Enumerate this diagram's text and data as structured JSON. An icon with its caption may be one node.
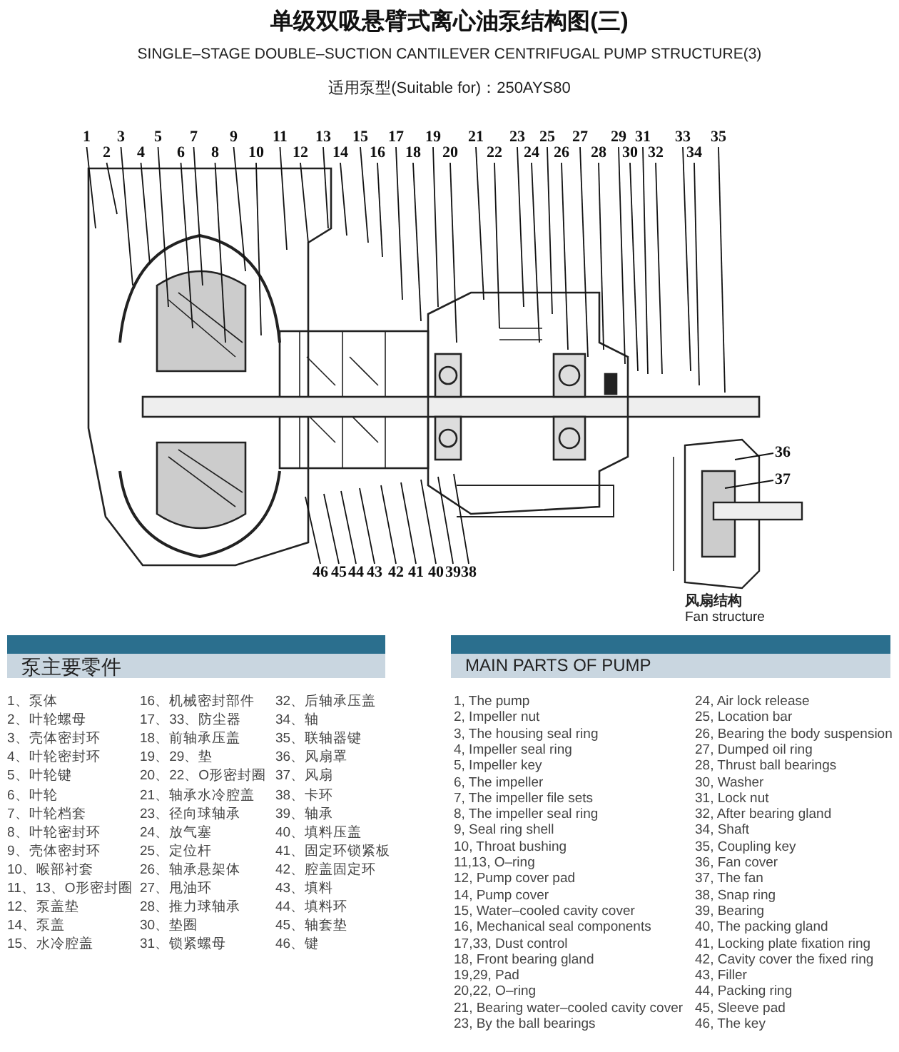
{
  "diagram": {
    "title": "单级双吸悬臂式离心油泵结构图(三)",
    "nodes": [
      {
        "text": [
          "1"
        ]
      },
      {
        "text": [
          "2"
        ]
      },
      {
        "text": [
          "3"
        ]
      },
      {
        "text": [
          "4"
        ]
      },
      {
        "text": [
          "5"
        ]
      },
      {
        "text": [
          "6"
        ]
      },
      {
        "text": [
          "7"
        ]
      },
      {
        "text": [
          "8"
        ]
      },
      {
        "text": [
          "9"
        ]
      },
      {
        "text": [
          "10"
        ]
      },
      {
        "text": [
          "11"
        ]
      },
      {
        "text": [
          "12"
        ]
      },
      {
        "text": [
          "13"
        ]
      },
      {
        "text": [
          "14"
        ]
      },
      {
        "text": [
          "15"
        ]
      },
      {
        "text": [
          "16"
        ]
      },
      {
        "text": [
          "17"
        ]
      },
      {
        "text": [
          "18"
        ]
      },
      {
        "text": [
          "19"
        ]
      },
      {
        "text": [
          "20"
        ]
      },
      {
        "text": [
          "21"
        ]
      },
      {
        "text": [
          "22"
        ]
      },
      {
        "text": [
          "23"
        ]
      },
      {
        "text": [
          "24"
        ]
      },
      {
        "text": [
          "25"
        ]
      },
      {
        "text": [
          "26"
        ]
      },
      {
        "text": [
          "27"
        ]
      },
      {
        "text": [
          "28"
        ]
      },
      {
        "text": [
          "29"
        ]
      },
      {
        "text": [
          "30"
        ]
      },
      {
        "text": [
          "31"
        ]
      },
      {
        "text": [
          "32"
        ]
      },
      {
        "text": [
          "33"
        ]
      },
      {
        "text": [
          "34"
        ]
      },
      {
        "text": [
          "35"
        ]
      },
      {
        "text": [
          "36"
        ]
      },
      {
        "text": [
          "37"
        ]
      },
      {
        "text": [
          "38"
        ]
      },
      {
        "text": [
          "39"
        ]
      },
      {
        "text": [
          "40"
        ]
      },
      {
        "text": [
          "41"
        ]
      },
      {
        "text": [
          "42"
        ]
      },
      {
        "text": [
          "43"
        ]
      },
      {
        "text": [
          "44"
        ]
      },
      {
        "text": [
          "45"
        ]
      },
      {
        "text": [
          "46"
        ]
      }
    ],
    "edges": [
      {
        "from": 0,
        "to": null,
        "arrow": "none"
      },
      {
        "from": 1,
        "to": null,
        "arrow": "none"
      },
      {
        "from": 2,
        "to": null,
        "arrow": "none"
      },
      {
        "from": 3,
        "to": null,
        "arrow": "none"
      },
      {
        "from": 4,
        "to": null,
        "arrow": "none"
      },
      {
        "from": 5,
        "to": null,
        "arrow": "none"
      },
      {
        "from": 6,
        "to": null,
        "arrow": "none"
      },
      {
        "from": 7,
        "to": null,
        "arrow": "none"
      },
      {
        "from": 8,
        "to": null,
        "arrow": "none"
      },
      {
        "from": 9,
        "to": null,
        "arrow": "none"
      },
      {
        "from": 10,
        "to": null,
        "arrow": "none"
      },
      {
        "from": 11,
        "to": null,
        "arrow": "none"
      },
      {
        "from": 12,
        "to": null,
        "arrow": "none"
      },
      {
        "from": 13,
        "to": null,
        "arrow": "none"
      },
      {
        "from": 14,
        "to": null,
        "arrow": "none"
      },
      {
        "from": 15,
        "to": null,
        "arrow": "none"
      },
      {
        "from": 16,
        "to": null,
        "arrow": "none"
      },
      {
        "from": 17,
        "to": null,
        "arrow": "none"
      },
      {
        "from": 18,
        "to": null,
        "arrow": "none"
      },
      {
        "from": 19,
        "to": null,
        "arrow": "none"
      },
      {
        "from": 20,
        "to": null,
        "arrow": "none"
      },
      {
        "from": 21,
        "to": null,
        "arrow": "none"
      },
      {
        "from": 22,
        "to": null,
        "arrow": "none"
      },
      {
        "from": 23,
        "to": null,
        "arrow": "none"
      },
      {
        "from": 24,
        "to": null,
        "arrow": "none"
      },
      {
        "from": 25,
        "to": null,
        "arrow": "none"
      },
      {
        "from": 26,
        "to": null,
        "arrow": "none"
      },
      {
        "from": 27,
        "to": null,
        "arrow": "none"
      },
      {
        "from": 28,
        "to": null,
        "arrow": "none"
      },
      {
        "from": 29,
        "to": null,
        "arrow": "none"
      },
      {
        "from": 30,
        "to": null,
        "arrow": "none"
      },
      {
        "from": 31,
        "to": null,
        "arrow": "none"
      },
      {
        "from": 32,
        "to": null,
        "arrow": "none"
      },
      {
        "from": 33,
        "to": null,
        "arrow": "none"
      },
      {
        "from": 34,
        "to": null,
        "arrow": "none"
      },
      {
        "from": 35,
        "to": null,
        "arrow": "none"
      },
      {
        "from": 36,
        "to": null,
        "arrow": "none"
      },
      {
        "from": 37,
        "to": null,
        "arrow": "none"
      },
      {
        "from": 38,
        "to": null,
        "arrow": "none"
      },
      {
        "from": 39,
        "to": null,
        "arrow": "none"
      },
      {
        "from": 40,
        "to": null,
        "arrow": "none"
      },
      {
        "from": 41,
        "to": null,
        "arrow": "none"
      },
      {
        "from": 42,
        "to": null,
        "arrow": "none"
      },
      {
        "from": 43,
        "to": null,
        "arrow": "none"
      },
      {
        "from": 44,
        "to": null,
        "arrow": "none"
      },
      {
        "from": 45,
        "to": null,
        "arrow": "none"
      }
    ],
    "labels": [
      "SINGLE–STAGE DOUBLE–SUCTION CANTILEVER CENTRIFUGAL PUMP STRUCTURE(3)",
      "适用泵型(Suitable for)：250AYS80",
      "泵主要零件",
      "1、泵体",
      "16、机械密封部件",
      "32、后轴承压盖",
      "2、叶轮螺母",
      "17、33、防尘器",
      "34、轴",
      "3、壳体密封环",
      "18、前轴承压盖",
      "35、联轴器键",
      "4、叶轮密封环",
      "19、29、垫",
      "36、风扇罩",
      "5、叶轮键",
      "20、22、O形密封圈",
      "37、风扇",
      "6、叶轮",
      "21、轴承水冷腔盖",
      "38、卡环",
      "7、叶轮档套",
      "23、径向球轴承",
      "39、轴承",
      "8、叶轮密封环",
      "24、放气塞",
      "40、填料压盖",
      "9、壳体密封环",
      "25、定位杆",
      "41、固定环锁紧板",
      "10、喉部衬套",
      "26、轴承悬架体",
      "42、腔盖固定环",
      "11、13、O形密封圈",
      "27、甩油环",
      "43、填料",
      "12、泵盖垫",
      "28、推力球轴承",
      "44、填料环",
      "14、泵盖",
      "30、垫圈",
      "45、轴套垫",
      "15、水冷腔盖",
      "31、锁紧螺母",
      "46、键",
      "MAIN PARTS OF PUMP",
      "1, The pump",
      "24, Air lock release",
      "2, Impeller nut",
      "25, Location bar",
      "3, The housing seal ring",
      "26, Bearing the body suspension",
      "4, Impeller seal ring",
      "27, Dumped oil ring",
      "5, Impeller key",
      "28, Thrust ball bearings",
      "6, The impeller",
      "30, Washer",
      "7, The impeller file sets",
      "31, Lock nut",
      "8, The impeller seal ring",
      "32, After bearing gland",
      "9, Seal ring shell",
      "34, Shaft",
      "10, Throat bushing",
      "35, Coupling key",
      "11,13, O–ring",
      "36, Fan cover",
      "12, Pump cover pad",
      "37, The fan",
      "14, Pump cover",
      "38, Snap ring",
      "15, Water–cooled cavity cover",
      "39, Bearing",
      "16, Mechanical seal components",
      "40, The packing gland",
      "17,33, Dust control",
      "41, Locking plate fixation ring",
      "18, Front bearing gland",
      "42, Cavity cover the fixed ring",
      "19,29, Pad",
      "43, Filler",
      "20,22, O–ring",
      "44, Packing ring",
      "21, Bearing water–cooled cavity cover",
      "45, Sleeve pad",
      "23, By the ball bearings",
      "46, The key",
      "风扇结构",
      "Fan structure"
    ]
  }
}
